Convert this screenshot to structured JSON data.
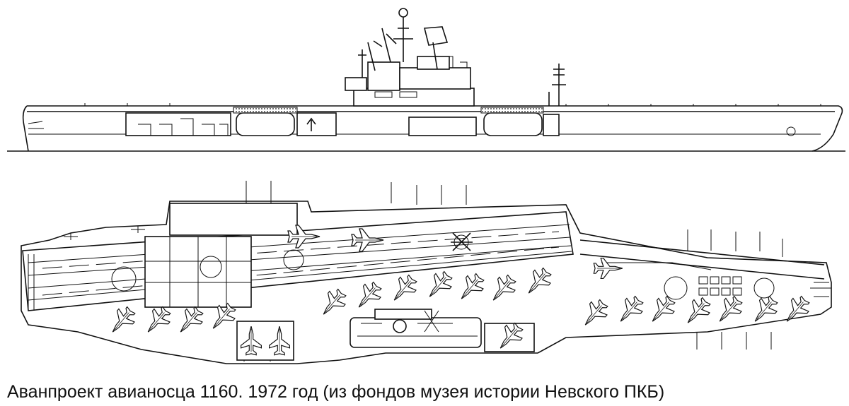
{
  "caption": "Аванпроект авианосца 1160. 1972 год (из фондов музея истории Невского ПКБ)",
  "drawing": {
    "views": [
      "side-profile",
      "flight-deck-plan"
    ],
    "line_color": "#111111",
    "background": "#ffffff"
  }
}
